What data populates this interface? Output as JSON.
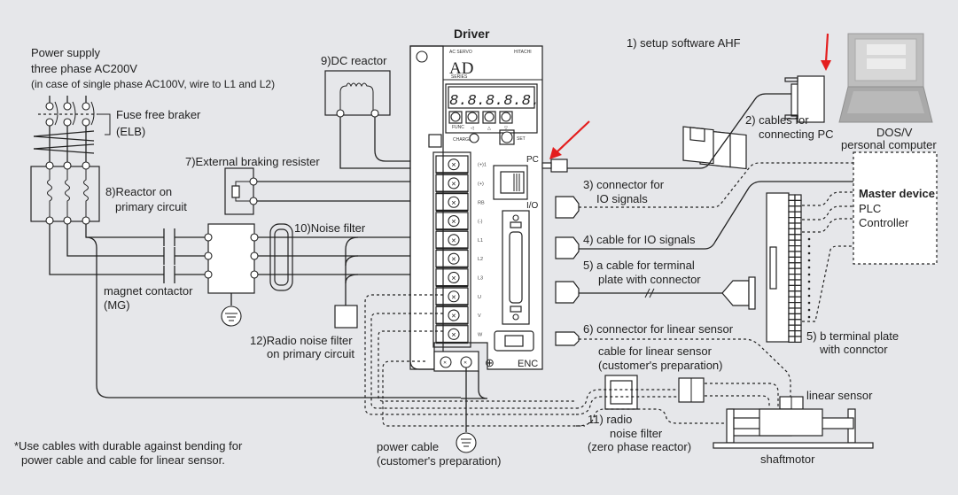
{
  "diagram": {
    "title": "Driver",
    "driver": {
      "brand_line": "AC SERVO",
      "model": "AD",
      "series": "SERIES",
      "manufacturer": "HITACHI",
      "display_digits": "8.8.8.8.8.",
      "buttons": [
        "FUNC",
        "◁",
        "△",
        "▽"
      ],
      "charge_label": "CHARGE",
      "set_label": "SET",
      "terminals": [
        "(+)1",
        "(+)",
        "RB",
        "(-)",
        "L1",
        "L2",
        "L3",
        "U",
        "V",
        "W"
      ],
      "port_pc": "PC",
      "port_io": "I/O",
      "port_enc": "ENC",
      "ground_symbol": "⊕"
    },
    "power_supply": {
      "line1": "Power supply",
      "line2": "three phase AC200V",
      "line3": "(in case of single phase AC100V, wire to L1 and L2)"
    },
    "fuse": {
      "line1": "Fuse free braker",
      "line2": "(ELB)"
    },
    "reactor_primary": {
      "line1": "8)Reactor on",
      "line2": "primary circuit"
    },
    "dc_reactor": "9)DC reactor",
    "braking_resistor": "7)External braking resister",
    "noise_filter": "10)Noise filter",
    "magnet_contactor": {
      "line1": "magnet contactor",
      "line2": "(MG)"
    },
    "radio_filter_primary": {
      "line1": "12)Radio noise filter",
      "line2": "on primary circuit"
    },
    "setup_software": "1) setup software AHF",
    "pc_cable": {
      "line1": "2) cables for",
      "line2": "connecting PC"
    },
    "pc": {
      "line1": "DOS/V",
      "line2": "personal computer"
    },
    "io_connector": {
      "line1": "3) connector for",
      "line2": "IO signals"
    },
    "io_cable": "4) cable for IO signals",
    "terminal_cable": {
      "line1": "5) a cable for terminal",
      "line2": "plate with connector"
    },
    "terminal_plate": {
      "line1": "5) b terminal plate",
      "line2": "with connctor"
    },
    "master": {
      "title": "Master device",
      "line2": "PLC",
      "line3": "Controller"
    },
    "linear_connector": "6) connector for linear sensor",
    "linear_cable": {
      "line1": "cable for linear sensor",
      "line2": "(customer's preparation)"
    },
    "radio_filter_secondary": {
      "line1": "11) radio",
      "line2": "noise filter",
      "line3": "(zero phase reactor)"
    },
    "linear_sensor": "linear sensor",
    "shaftmotor": "shaftmotor",
    "power_cable": {
      "line1": "power cable",
      "line2": "(customer's preparation)"
    },
    "footnote": {
      "line1": "*Use cables with durable against bending for",
      "line2": "power cable and cable for linear sensor."
    },
    "colors": {
      "background": "#e6e7ea",
      "line": "#222222",
      "highlight_arrow": "#e41e1e"
    }
  }
}
